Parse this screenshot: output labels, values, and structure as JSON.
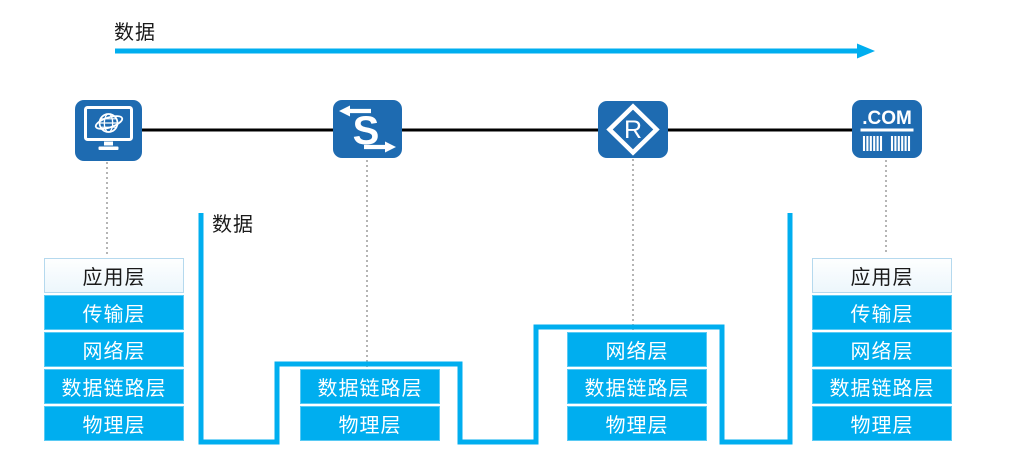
{
  "labels": {
    "top_data": "数据",
    "mid_data": "数据"
  },
  "devices": {
    "client": {
      "icon": "computer-globe-icon"
    },
    "switch": {
      "icon": "switch-arrows-icon",
      "letter": "S"
    },
    "router": {
      "icon": "router-diamond-icon",
      "letter": "R"
    },
    "server": {
      "icon": "dotcom-server-icon",
      "text": ".COM"
    }
  },
  "stacks": {
    "client": {
      "layers": [
        "应用层",
        "传输层",
        "网络层",
        "数据链路层",
        "物理层"
      ]
    },
    "switch": {
      "layers": [
        "数据链路层",
        "物理层"
      ]
    },
    "router": {
      "layers": [
        "网络层",
        "数据链路层",
        "物理层"
      ]
    },
    "server": {
      "layers": [
        "应用层",
        "传输层",
        "网络层",
        "数据链路层",
        "物理层"
      ]
    }
  },
  "colors": {
    "accent_cyan": "#00aeef",
    "device_blue": "#1e6bb1",
    "layer_box_cyan": "#00aeef",
    "app_layer_bg": "#f4fafd",
    "app_layer_border": "#b5d9ee",
    "wire_black": "#000000",
    "dotted_gray": "#b5b5b5",
    "text_dark": "#1a1a1a",
    "text_white": "#ffffff"
  }
}
